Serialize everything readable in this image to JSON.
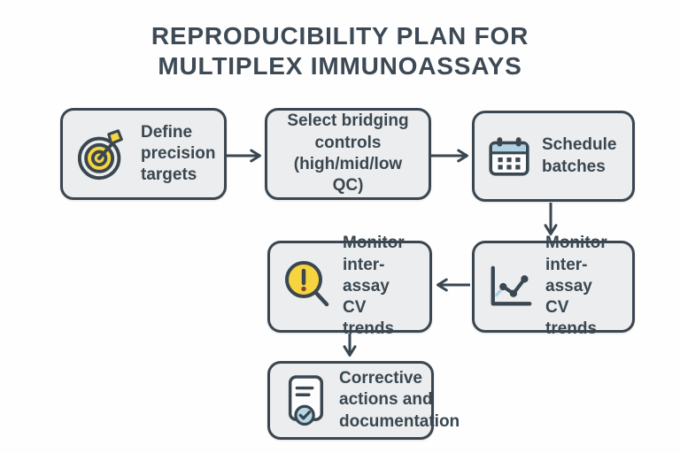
{
  "title": {
    "line1": "REPRODUCIBILITY PLAN FOR",
    "line2": "MULTIPLEX IMMUNOASSAYS"
  },
  "nodes": {
    "define": {
      "label": "Define\nprecision\ntargets",
      "icon": "target-icon"
    },
    "controls": {
      "label": "Select bridging\ncontrols\n(high/mid/low QC)",
      "icon": "none"
    },
    "schedule": {
      "label": "Schedule\nbatches",
      "icon": "calendar-icon"
    },
    "monitor_alert": {
      "label": "Monitor\ninter-assay\nCV trends",
      "icon": "alert-magnifier-icon"
    },
    "monitor_chart": {
      "label": "Monitor\ninter-assay\nCV trends",
      "icon": "line-chart-icon"
    },
    "corrective": {
      "label": "Corrective\nactions and\ndocumentation",
      "icon": "document-check-icon"
    }
  },
  "flow": [
    "define -> controls",
    "controls -> schedule",
    "schedule -> monitor_chart",
    "monitor_chart -> monitor_alert",
    "monitor_alert -> corrective"
  ],
  "colors": {
    "ink": "#3a4750",
    "box_fill": "#ecedee",
    "accent_yellow": "#f6d43f",
    "accent_blue": "#aed2e3",
    "check_blue": "#b5d8e6",
    "background": "#fefefe"
  }
}
